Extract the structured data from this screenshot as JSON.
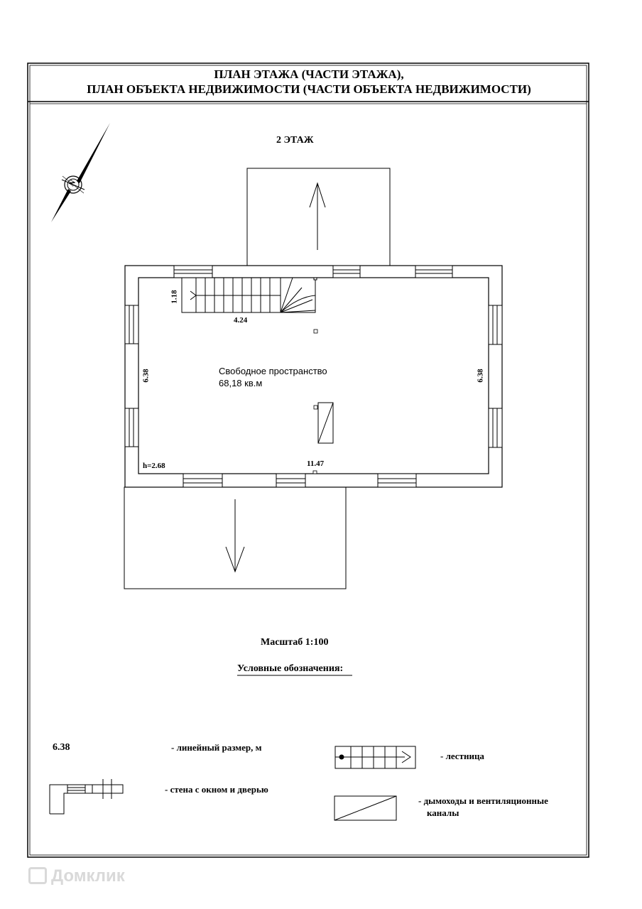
{
  "header": {
    "title_line1": "ПЛАН ЭТАЖА (ЧАСТИ ЭТАЖА),",
    "title_line2": "ПЛАН ОБЪЕКТА НЕДВИЖИМОСТИ (ЧАСТИ ОБЪЕКТА НЕДВИЖИМОСТИ)"
  },
  "plan": {
    "floor_label": "2 ЭТАЖ",
    "room_name": "Свободное пространство",
    "room_area": "68,18 кв.м",
    "dims": {
      "stair_height": "1.18",
      "stair_length": "4.24",
      "left_wall": "6.38",
      "right_wall": "6.38",
      "bottom_wall": "11.47",
      "ceiling_height": "h=2.68"
    },
    "compass_letter": "N"
  },
  "scale": "Масштаб 1:100",
  "legend": {
    "title": "Условные обозначения:",
    "dimension_sample": "6.38",
    "dimension_text": "-  линейный размер, м",
    "wall_text": "-  стена с окном и дверью",
    "stair_text": "-  лестница",
    "vent_text_line1": "-  дымоходы и вентиляционные",
    "vent_text_line2": "каналы"
  },
  "watermark": "Домклик"
}
